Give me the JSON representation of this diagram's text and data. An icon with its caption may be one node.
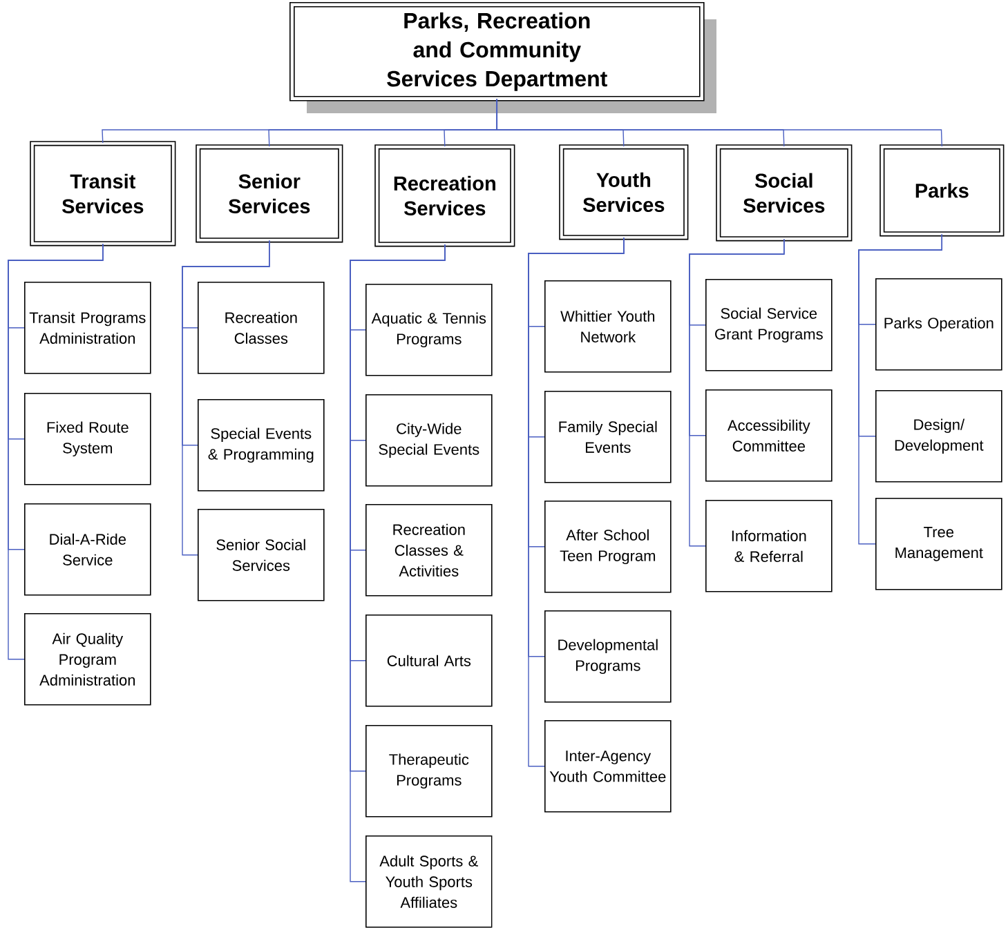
{
  "diagram": {
    "nodes": [
      {
        "text": [
          "Parks, Recreation and Community Services Department"
        ]
      },
      {
        "text": [
          "Transit Services"
        ]
      },
      {
        "text": [
          "Senior Services"
        ]
      },
      {
        "text": [
          "Recreation Services"
        ]
      },
      {
        "text": [
          "Youth Services"
        ]
      },
      {
        "text": [
          "Social Services"
        ]
      },
      {
        "text": [
          "Parks"
        ]
      },
      {
        "text": [
          "Transit Programs Administration"
        ]
      },
      {
        "text": [
          "Fixed Route System"
        ]
      },
      {
        "text": [
          "Dial-A-Ride Service"
        ]
      },
      {
        "text": [
          "Air Quality Program Administration"
        ]
      },
      {
        "text": [
          "Recreation Classes"
        ]
      },
      {
        "text": [
          "Special Events & Programming"
        ]
      },
      {
        "text": [
          "Senior Social Services"
        ]
      },
      {
        "text": [
          "Aquatic & Tennis Programs"
        ]
      },
      {
        "text": [
          "City-Wide Special Events"
        ]
      },
      {
        "text": [
          "Recreation Classes & Activities"
        ]
      },
      {
        "text": [
          "Cultural Arts"
        ]
      },
      {
        "text": [
          "Therapeutic Programs"
        ]
      },
      {
        "text": [
          "Adult Sports & Youth Sports Affiliates"
        ]
      },
      {
        "text": [
          "Whittier Youth Network"
        ]
      },
      {
        "text": [
          "Family Special Events"
        ]
      },
      {
        "text": [
          "After School Teen Program"
        ]
      },
      {
        "text": [
          "Developmental Programs"
        ]
      },
      {
        "text": [
          "Inter-Agency Youth Committee"
        ]
      },
      {
        "text": [
          "Social Service Grant Programs"
        ]
      },
      {
        "text": [
          "Accessibility Committee"
        ]
      },
      {
        "text": [
          "Information & Referral"
        ]
      },
      {
        "text": [
          "Parks Operation"
        ]
      },
      {
        "text": [
          "Design/ Development"
        ]
      },
      {
        "text": [
          "Tree Management"
        ]
      }
    ],
    "edges": [
      {
        "from": 0,
        "to": 1,
        "arrow": "none"
      },
      {
        "from": 0,
        "to": 2,
        "arrow": "none"
      },
      {
        "from": 0,
        "to": 3,
        "arrow": "none"
      },
      {
        "from": 0,
        "to": 4,
        "arrow": "none"
      },
      {
        "from": 0,
        "to": 5,
        "arrow": "none"
      },
      {
        "from": 0,
        "to": 6,
        "arrow": "none"
      },
      {
        "from": 1,
        "to": 7,
        "arrow": "none"
      },
      {
        "from": 1,
        "to": 8,
        "arrow": "none"
      },
      {
        "from": 1,
        "to": 9,
        "arrow": "none"
      },
      {
        "from": 1,
        "to": 10,
        "arrow": "none"
      },
      {
        "from": 2,
        "to": 11,
        "arrow": "none"
      },
      {
        "from": 2,
        "to": 12,
        "arrow": "none"
      },
      {
        "from": 2,
        "to": 13,
        "arrow": "none"
      },
      {
        "from": 3,
        "to": 14,
        "arrow": "none"
      },
      {
        "from": 3,
        "to": 15,
        "arrow": "none"
      },
      {
        "from": 3,
        "to": 16,
        "arrow": "none"
      },
      {
        "from": 3,
        "to": 17,
        "arrow": "none"
      },
      {
        "from": 3,
        "to": 18,
        "arrow": "none"
      },
      {
        "from": 3,
        "to": 19,
        "arrow": "none"
      },
      {
        "from": 4,
        "to": 20,
        "arrow": "none"
      },
      {
        "from": 4,
        "to": 21,
        "arrow": "none"
      },
      {
        "from": 4,
        "to": 22,
        "arrow": "none"
      },
      {
        "from": 4,
        "to": 23,
        "arrow": "none"
      },
      {
        "from": 4,
        "to": 24,
        "arrow": "none"
      },
      {
        "from": 5,
        "to": 25,
        "arrow": "none"
      },
      {
        "from": 5,
        "to": 26,
        "arrow": "none"
      },
      {
        "from": 5,
        "to": 27,
        "arrow": "none"
      },
      {
        "from": 6,
        "to": 28,
        "arrow": "none"
      },
      {
        "from": 6,
        "to": 29,
        "arrow": "none"
      },
      {
        "from": 6,
        "to": 30,
        "arrow": "none"
      }
    ]
  }
}
